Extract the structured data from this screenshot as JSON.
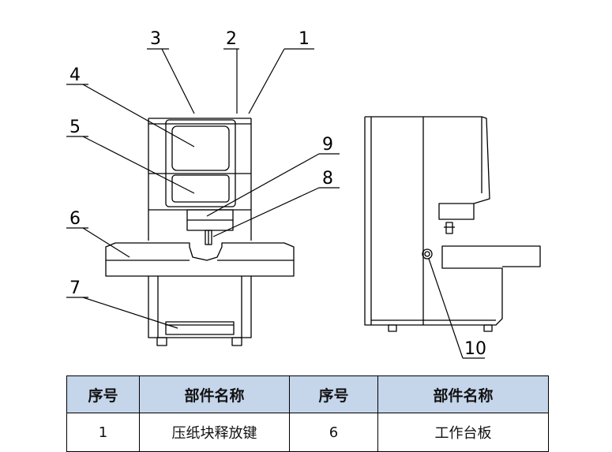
{
  "callouts": [
    "1",
    "2",
    "3",
    "4",
    "5",
    "6",
    "7",
    "8",
    "9",
    "10"
  ],
  "table": {
    "headers": [
      "序号",
      "部件名称",
      "序号",
      "部件名称"
    ],
    "rows": [
      [
        "1",
        "压纸块释放键",
        "6",
        "工作台板"
      ]
    ]
  }
}
